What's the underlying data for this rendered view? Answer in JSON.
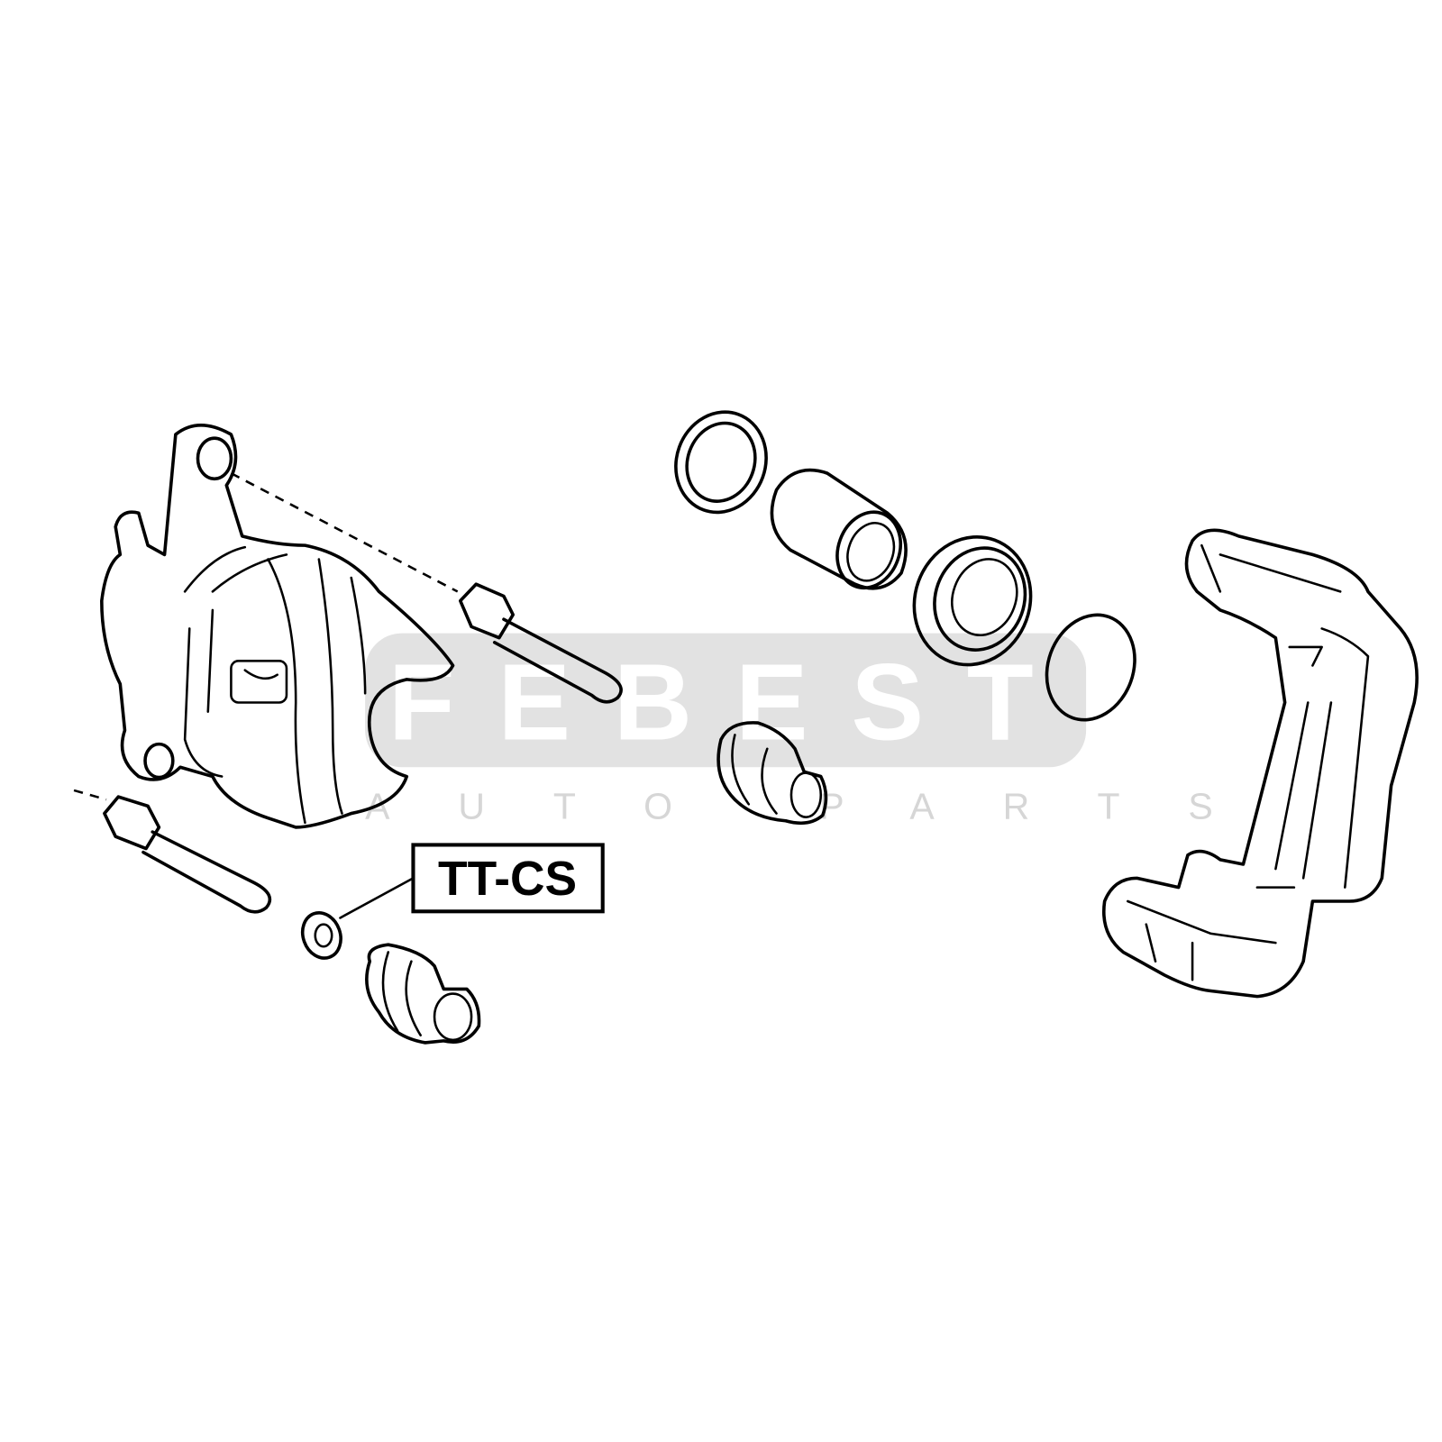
{
  "diagram": {
    "part_label": "TT-CS",
    "watermark": {
      "brand": "FEBEST",
      "subtitle": "AUTO PARTS"
    },
    "colors": {
      "line": "#000000",
      "watermark_band": "#e2e2e2",
      "watermark_sub": "#d6d6d6"
    }
  }
}
